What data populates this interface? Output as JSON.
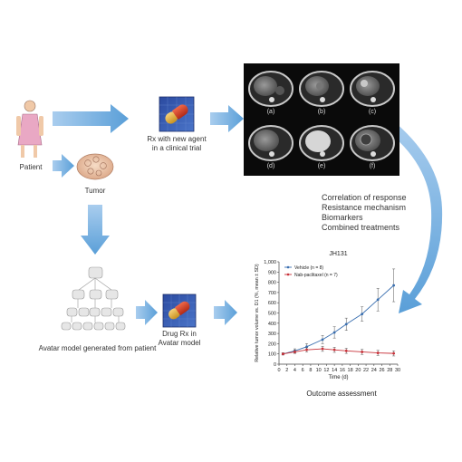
{
  "diagram": {
    "patient_label": "Patient",
    "tumor_label": "Tumor",
    "rx_trial_label_line1": "Rx with new agent",
    "rx_trial_label_line2": "in a clinical trial",
    "avatar_label": "Avatar model generated from patient",
    "drug_rx_line1": "Drug Rx in",
    "drug_rx_line2": "Avatar model",
    "ct_captions": [
      "(a)",
      "(b)",
      "(c)",
      "(d)",
      "(e)",
      "(f)"
    ],
    "notes": [
      "Correlation of response",
      "Resistance mechanism",
      "Biomarkers",
      "Combined treatments"
    ],
    "outcome_label": "Outcome assessment",
    "colors": {
      "arrow": "#5a9fd8",
      "vehicle": "#3a6fb0",
      "nab": "#c8323a"
    }
  },
  "chart_data": {
    "type": "line",
    "title": "JH131",
    "xlabel": "Time (d)",
    "ylabel": "Relative tumor volume vs. D1 (%, mean ± SD)",
    "xlim": [
      0,
      30
    ],
    "ylim": [
      0,
      1000
    ],
    "x_ticks": [
      0,
      2,
      4,
      6,
      8,
      10,
      12,
      14,
      16,
      18,
      20,
      22,
      24,
      26,
      28,
      30
    ],
    "y_ticks": [
      0,
      100,
      200,
      300,
      400,
      500,
      600,
      700,
      800,
      900,
      1000
    ],
    "y_tick_labels": [
      "0",
      "100",
      "200",
      "300",
      "400",
      "500",
      "600",
      "700",
      "800",
      "900",
      "1,000"
    ],
    "legend_position": "top-left",
    "series": [
      {
        "name": "Vehicle (n = 8)",
        "x": [
          1,
          4,
          7,
          11,
          14,
          17,
          21,
          25,
          29
        ],
        "y": [
          100,
          130,
          170,
          240,
          310,
          390,
          490,
          630,
          770
        ],
        "err": [
          10,
          20,
          30,
          40,
          55,
          60,
          70,
          110,
          160
        ]
      },
      {
        "name": "Nab-paclitaxel (n = 7)",
        "x": [
          1,
          4,
          7,
          11,
          14,
          17,
          21,
          25,
          29
        ],
        "y": [
          100,
          120,
          140,
          150,
          140,
          130,
          120,
          110,
          105
        ],
        "err": [
          10,
          15,
          20,
          25,
          25,
          25,
          25,
          25,
          25
        ]
      }
    ]
  }
}
